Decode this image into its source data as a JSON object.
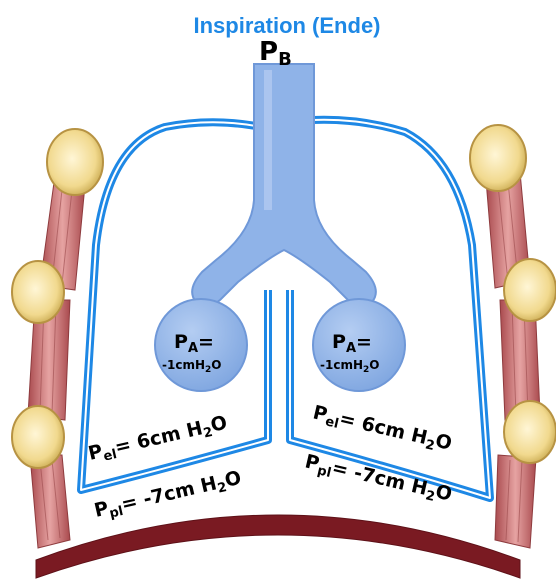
{
  "title": "Inspiration (Ende)",
  "top_pressure": {
    "symbol": "P",
    "subscript": "B"
  },
  "alveolus_left": {
    "symbol": "P",
    "subscript": "A",
    "suffix": "=",
    "value": "-1cmH",
    "value_sub": "2",
    "value_end": "O"
  },
  "alveolus_right": {
    "symbol": "P",
    "subscript": "A",
    "suffix": "=",
    "value": "-1cmH",
    "value_sub": "2",
    "value_end": "O"
  },
  "elastic_left": {
    "symbol": "P",
    "subscript": "el",
    "text": "= 6cm H",
    "text_sub": "2",
    "text_end": "O"
  },
  "elastic_right": {
    "symbol": "P",
    "subscript": "el",
    "text": "= 6cm H",
    "text_sub": "2",
    "text_end": "O"
  },
  "pleural_left": {
    "symbol": "P",
    "subscript": "pl",
    "text": "= -7cm H",
    "text_sub": "2",
    "text_end": "O"
  },
  "pleural_right": {
    "symbol": "P",
    "subscript": "pl",
    "text": "= -7cm H",
    "text_sub": "2",
    "text_end": "O"
  },
  "colors": {
    "title": "#1e88e5",
    "pleura": "#1e88e5",
    "airway": "#8fb3e8",
    "airway_edge": "#6f98d8",
    "diaphragm": "#7a1a22",
    "muscle": "#c9696b",
    "rib": "#f2dc9a"
  }
}
